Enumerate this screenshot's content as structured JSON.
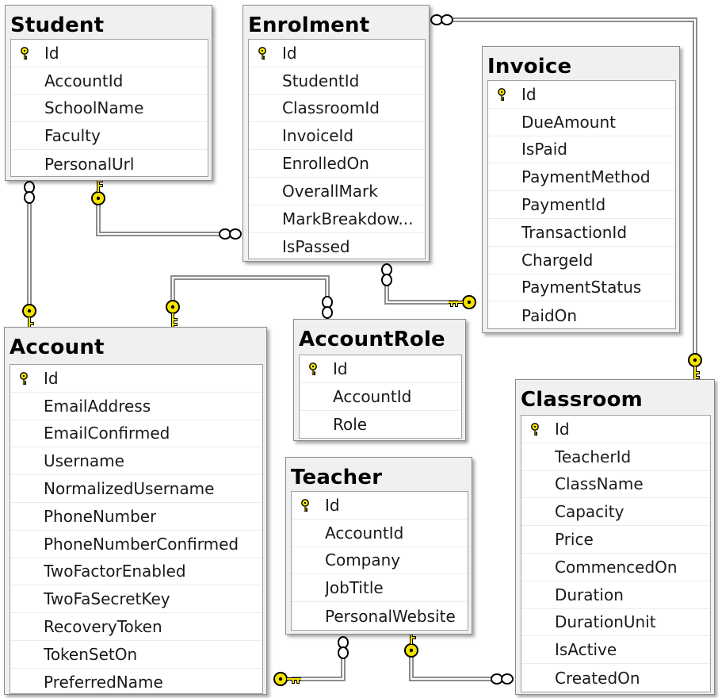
{
  "tables": {
    "student": {
      "name": "Student",
      "columns": [
        "Id",
        "AccountId",
        "SchoolName",
        "Faculty",
        "PersonalUrl"
      ]
    },
    "enrolment": {
      "name": "Enrolment",
      "columns": [
        "Id",
        "StudentId",
        "ClassroomId",
        "InvoiceId",
        "EnrolledOn",
        "OverallMark",
        "MarkBreakdow...",
        "IsPassed"
      ]
    },
    "invoice": {
      "name": "Invoice",
      "columns": [
        "Id",
        "DueAmount",
        "IsPaid",
        "PaymentMethod",
        "PaymentId",
        "TransactionId",
        "ChargeId",
        "PaymentStatus",
        "PaidOn"
      ]
    },
    "account": {
      "name": "Account",
      "columns": [
        "Id",
        "EmailAddress",
        "EmailConfirmed",
        "Username",
        "NormalizedUsername",
        "PhoneNumber",
        "PhoneNumberConfirmed",
        "TwoFactorEnabled",
        "TwoFaSecretKey",
        "RecoveryToken",
        "TokenSetOn",
        "PreferredName"
      ]
    },
    "accountrole": {
      "name": "AccountRole",
      "columns": [
        "Id",
        "AccountId",
        "Role"
      ]
    },
    "teacher": {
      "name": "Teacher",
      "columns": [
        "Id",
        "AccountId",
        "Company",
        "JobTitle",
        "PersonalWebsite"
      ]
    },
    "classroom": {
      "name": "Classroom",
      "columns": [
        "Id",
        "TeacherId",
        "ClassName",
        "Capacity",
        "Price",
        "CommencedOn",
        "Duration",
        "DurationUnit",
        "IsActive",
        "CreatedOn"
      ]
    }
  },
  "colors": {
    "key": "#f5e400",
    "line": "#8c8c8c",
    "panel": "#f0f0f0"
  },
  "relationships": [
    {
      "from": "Account",
      "to": "Student",
      "one_icon": "key-icon",
      "many_icon": "infinity-icon"
    },
    {
      "from": "Account",
      "to": "AccountRole",
      "one_icon": "key-icon",
      "many_icon": "infinity-icon"
    },
    {
      "from": "Account",
      "to": "Teacher",
      "one_icon": "key-icon",
      "many_icon": "infinity-icon"
    },
    {
      "from": "Student",
      "to": "Enrolment",
      "one_icon": "key-icon",
      "many_icon": "infinity-icon"
    },
    {
      "from": "Invoice",
      "to": "Enrolment",
      "one_icon": "key-icon",
      "many_icon": "infinity-icon"
    },
    {
      "from": "Classroom",
      "to": "Enrolment",
      "one_icon": "key-icon",
      "many_icon": "infinity-icon"
    },
    {
      "from": "Teacher",
      "to": "Classroom",
      "one_icon": "key-icon",
      "many_icon": "infinity-icon"
    }
  ]
}
